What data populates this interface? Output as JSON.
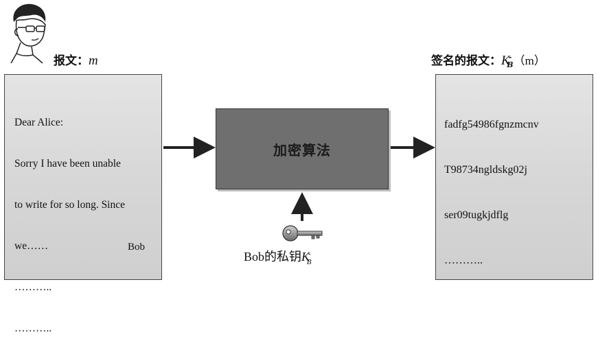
{
  "left_doc": {
    "label_prefix": "报文：",
    "label_var": "m",
    "lines": [
      "Dear Alice:",
      "Sorry I have been unable",
      "to write for so long. Since",
      "we……",
      "………..",
      "……….."
    ],
    "signature": "Bob"
  },
  "right_doc": {
    "label_prefix": "签名的报文：",
    "label_var": "K",
    "label_sup": "-",
    "label_sub": "B",
    "label_arg": "（m）",
    "lines": [
      "fadfg54986fgnzmcnv",
      "T98734ngldskg02j",
      "ser09tugkjdflg",
      "……….."
    ]
  },
  "encryption_box": {
    "title": "加密算法"
  },
  "key": {
    "label_prefix": "Bob的私钥",
    "label_var": "K",
    "label_sup": "-",
    "label_sub": "B"
  }
}
